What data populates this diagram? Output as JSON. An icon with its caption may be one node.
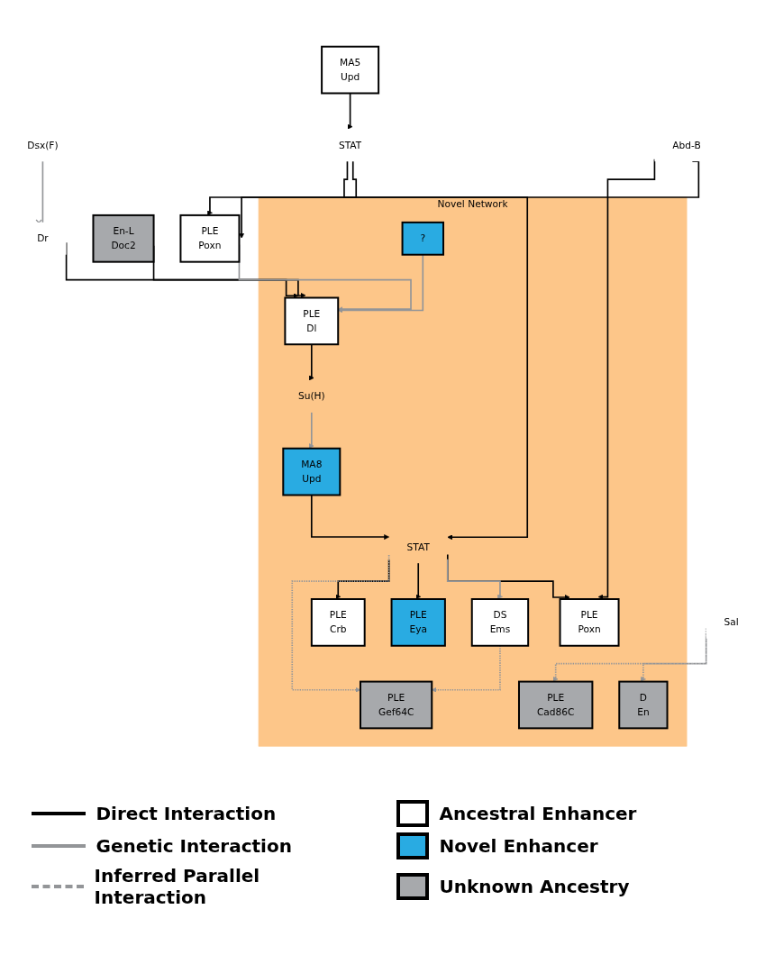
{
  "diagram": {
    "nodes": [
      {
        "text": [
          "Novel Network"
        ]
      },
      {
        "text": [
          "Dsx(F)"
        ]
      },
      {
        "text": [
          "Abd-B"
        ]
      },
      {
        "text": [
          "Dr"
        ]
      },
      {
        "text": [
          "?"
        ],
        "in": 0
      },
      {
        "text": [
          "MA5",
          "Upd"
        ]
      },
      {
        "text": [
          "STAT"
        ]
      },
      {
        "text": [
          "En-L",
          "Doc2"
        ]
      },
      {
        "text": [
          "PLE",
          "Dl"
        ],
        "in": 0
      },
      {
        "text": [
          "Su(H)"
        ],
        "in": 0
      },
      {
        "text": [
          "PLE",
          "Poxn"
        ]
      },
      {
        "text": [
          "MA8",
          "Upd"
        ],
        "in": 0
      },
      {
        "text": [
          "STAT"
        ],
        "in": 0
      },
      {
        "text": [
          "Sal"
        ]
      },
      {
        "text": [
          "PLE",
          "Poxn"
        ],
        "in": 0
      },
      {
        "text": [
          "DS",
          "Ems"
        ],
        "in": 0
      },
      {
        "text": [
          "PLE",
          "Eya"
        ],
        "in": 0
      },
      {
        "text": [
          "D",
          "En"
        ],
        "in": 0
      },
      {
        "text": [
          "PLE",
          "Crb"
        ],
        "in": 0
      },
      {
        "text": [
          "PLE",
          "Gef64C"
        ],
        "in": 0
      },
      {
        "text": [
          "PLE",
          "Cad86C"
        ],
        "in": 0
      }
    ],
    "edges": [
      {
        "from": 1,
        "to": 3,
        "arrow": "other",
        "color": "#939598"
      },
      {
        "from": 3,
        "to": 8,
        "arrow": "to"
      },
      {
        "from": 7,
        "to": 8,
        "arrow": "to"
      },
      {
        "from": 4,
        "to": 8,
        "arrow": "to",
        "color": "#939598"
      },
      {
        "from": 10,
        "to": 8,
        "arrow": "to",
        "color": "#939598"
      },
      {
        "from": 5,
        "to": 6,
        "arrow": "to"
      },
      {
        "from": 6,
        "to": 10,
        "arrow": "to"
      },
      {
        "from": 2,
        "to": 10,
        "arrow": "to"
      },
      {
        "from": 6,
        "to": 12,
        "arrow": "to"
      },
      {
        "from": 8,
        "to": 9,
        "arrow": "to"
      },
      {
        "from": 9,
        "to": 11,
        "arrow": "to",
        "color": "#939598"
      },
      {
        "from": 11,
        "to": 12,
        "arrow": "to"
      },
      {
        "from": 2,
        "to": 14,
        "arrow": "to"
      },
      {
        "from": 12,
        "to": 14,
        "arrow": "to"
      },
      {
        "from": 12,
        "to": 15,
        "arrow": "to",
        "color": "#939598"
      },
      {
        "from": 12,
        "to": 16,
        "arrow": "to"
      },
      {
        "from": 12,
        "to": 18,
        "arrow": "to"
      },
      {
        "from": 12,
        "to": 19,
        "arrow": "to",
        "style": "dashed",
        "color": "#939598"
      },
      {
        "from": 15,
        "to": 19,
        "arrow": "to",
        "style": "dashed",
        "color": "#939598"
      },
      {
        "from": 13,
        "to": 17,
        "arrow": "to",
        "style": "dashed",
        "color": "#939598"
      },
      {
        "from": 13,
        "to": 20,
        "arrow": "to",
        "style": "dashed",
        "color": "#939598"
      }
    ],
    "legend": [
      {
        "text": "Direct Interaction"
      },
      {
        "text": "Genetic Interaction"
      },
      {
        "text": "Inferred Parallel Interaction"
      },
      {
        "text": "Ancestral Enhancer",
        "color": "#ffffff"
      },
      {
        "text": "Novel Enhancer",
        "color": "#29abe2"
      },
      {
        "text": "Unknown Ancestry",
        "color": "#a7a9ac"
      }
    ]
  }
}
